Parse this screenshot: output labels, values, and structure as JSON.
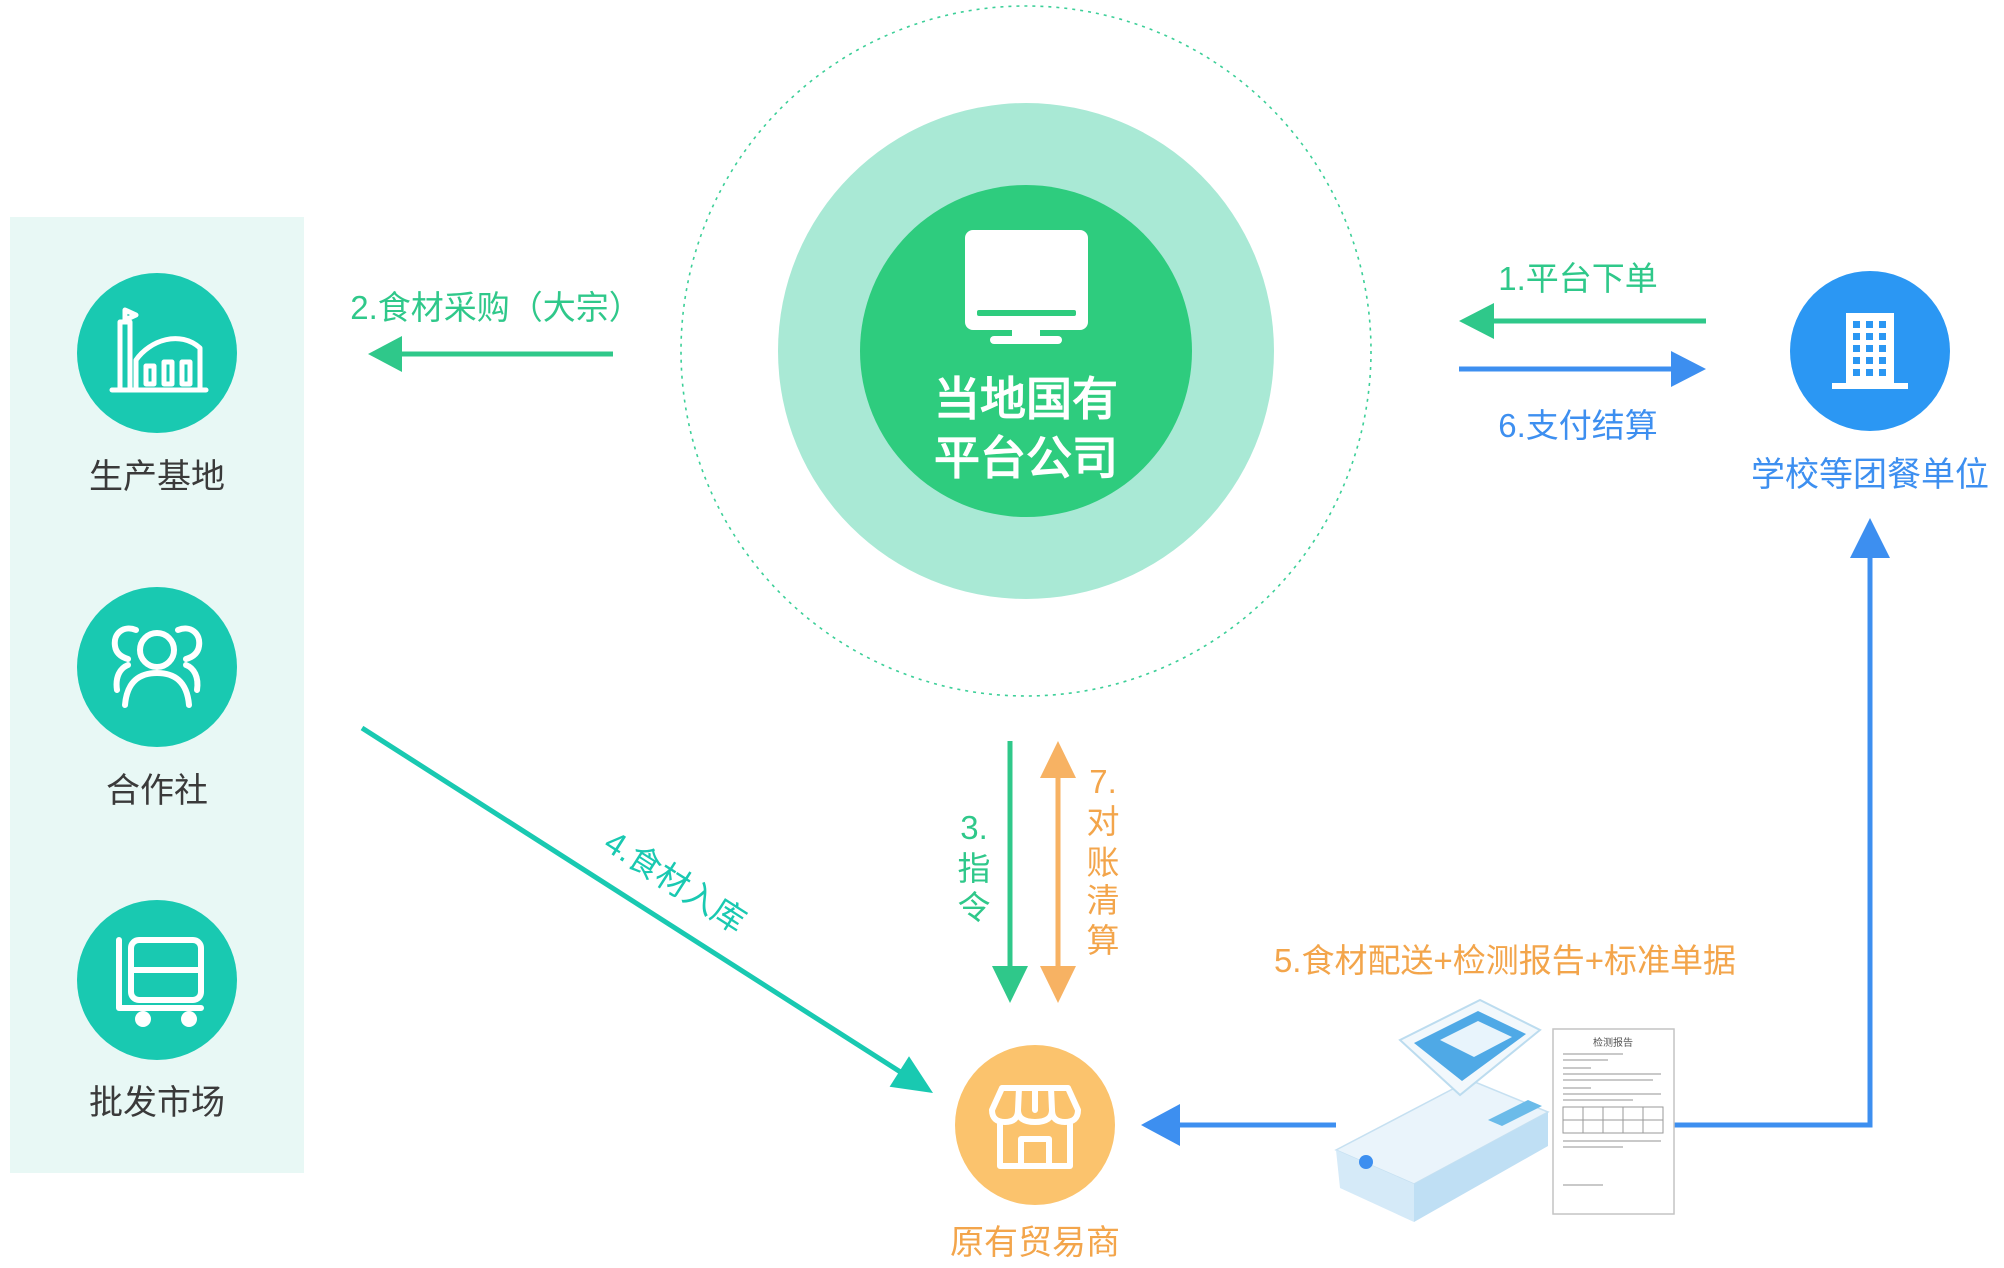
{
  "platform": {
    "line1": "当地国有",
    "line2": "平台公司"
  },
  "nodes": {
    "production_base": "生产基地",
    "cooperative": "合作社",
    "wholesale_market": "批发市场",
    "school": "学校等团餐单位",
    "trader": "原有贸易商"
  },
  "flows": {
    "step1": "1.平台下单",
    "step2": "2.食材采购（大宗）",
    "step3": [
      "3.",
      "指",
      "令"
    ],
    "step4": "4.食材入库",
    "step5": "5.食材配送+检测报告+标准单据",
    "step6": "6.支付结算",
    "step7": [
      "7.",
      "对",
      "账",
      "清",
      "算"
    ]
  },
  "report": {
    "title": "检测报告"
  },
  "icons": {
    "production_base": "factory-icon",
    "cooperative": "people-icon",
    "wholesale_market": "shelf-cart-icon",
    "platform": "monitor-icon",
    "school": "building-icon",
    "trader": "store-icon",
    "device": "food-safety-analyzer"
  },
  "colors": {
    "green": "#2fc88a",
    "teal": "#19c9b1",
    "blue": "#3d8ff0",
    "orange": "#f7b263",
    "orange_text": "#f3a54b",
    "platform_inner": "#2ecc7e",
    "platform_outer": "#a9e9d5",
    "platform_ring": "#3ccf98",
    "panel": "#e8f8f5",
    "label": "#3a3a3a",
    "school": "#2b97f3",
    "trader": "#fbc36d"
  }
}
